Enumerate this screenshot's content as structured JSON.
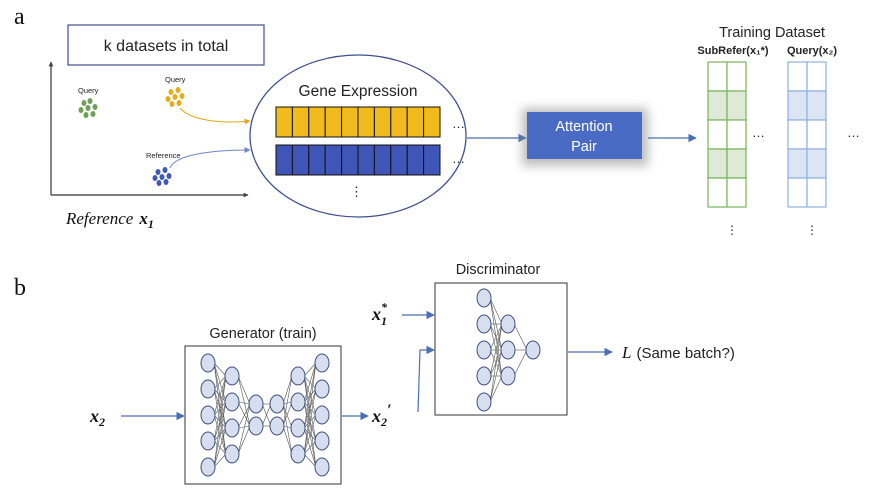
{
  "panel_a": {
    "label": "a",
    "datasets_box": "k datasets in total",
    "query_label_1": "Query",
    "query_label_2": "Query",
    "reference_label": "Reference",
    "x_axis_label": "Reference",
    "x_axis_var": "x",
    "x_axis_sub": "1",
    "gene_expression_title": "Gene Expression",
    "row_ellipsis": "…",
    "vertical_ellipsis": "⋮",
    "attention_pair_line1": "Attention",
    "attention_pair_line2": "Pair",
    "training_dataset_title": "Training Dataset",
    "subrefer_label": "SubRefer(x₁*)",
    "query_x2_label": "Query(x₂)",
    "col_ellipsis": "…"
  },
  "panel_b": {
    "label": "b",
    "discriminator_title": "Discriminator",
    "generator_title": "Generator (train)",
    "input_var": "x",
    "input_sub": "2",
    "x1star_var": "x",
    "x1star_sub": "1",
    "x1star_sup": "*",
    "x2prime_var": "x",
    "x2prime_sub": "2",
    "x2prime_sup": "′",
    "loss_var": "L",
    "loss_text": "(Same batch?)"
  },
  "colors": {
    "yellow_bar": "#f2bb1d",
    "blue_bar": "#3f55b7",
    "attention_box": "#4a6bc4",
    "green_grid": "#78b35a",
    "blue_grid": "#8fb0de",
    "arrow_blue": "#4a6fb5",
    "node_fill": "#d7def0",
    "node_stroke": "#3d4f7f"
  }
}
